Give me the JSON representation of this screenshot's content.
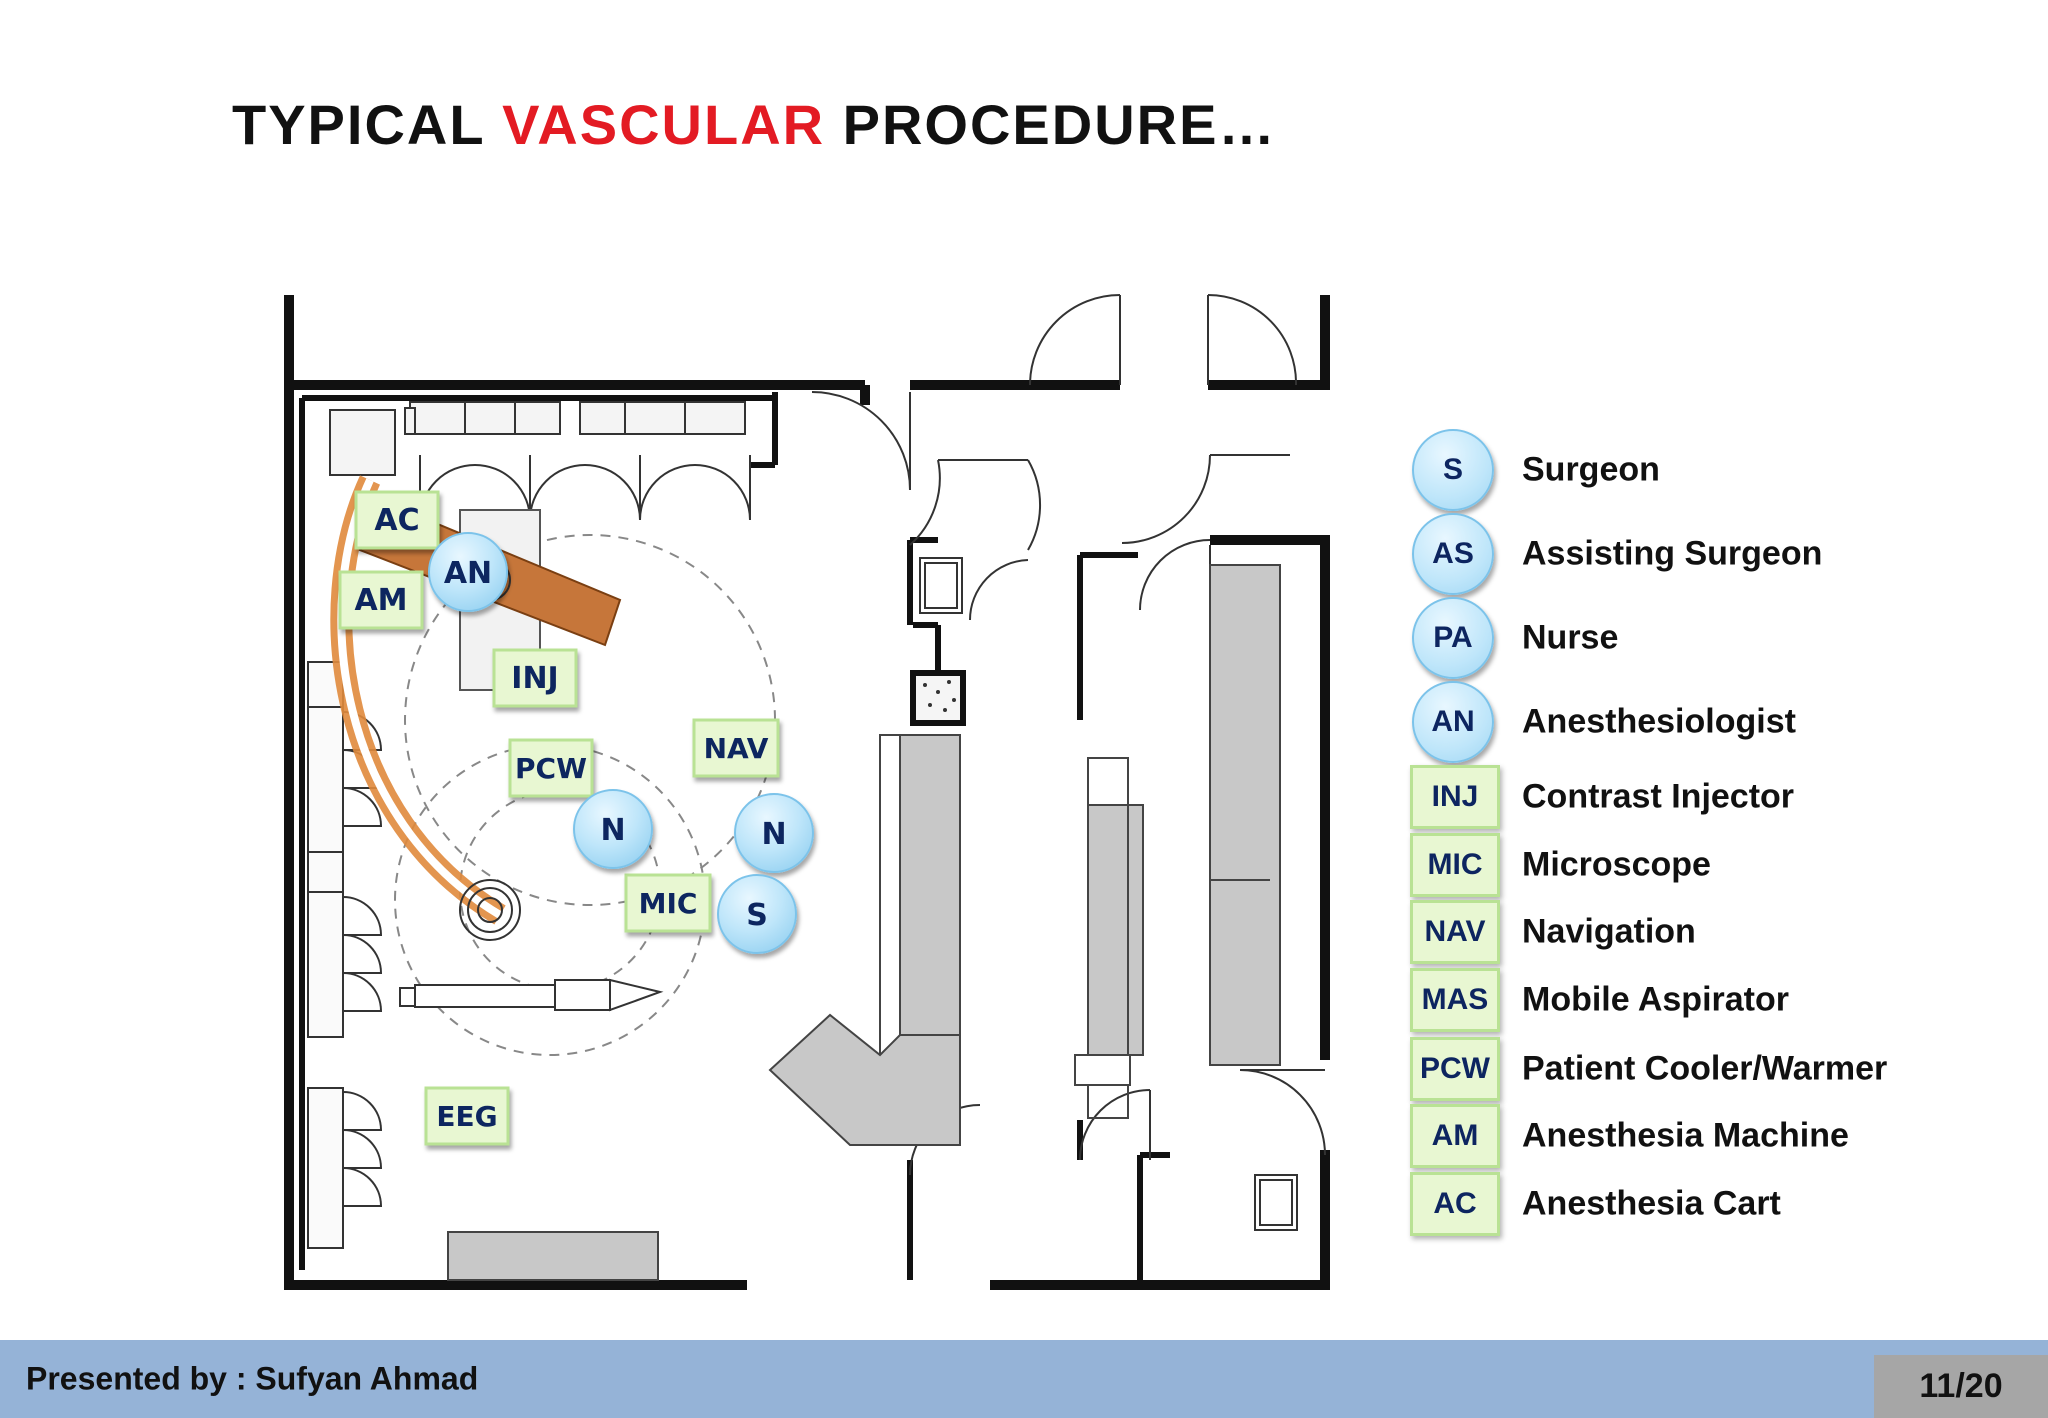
{
  "slide": {
    "title_part1": "TYPICAL ",
    "title_accent": "VASCULAR",
    "title_part2": " PROCEDURE…"
  },
  "plan_labels": {
    "ac": "AC",
    "am": "AM",
    "an": "AN",
    "inj": "INJ",
    "pcw": "PCW",
    "nav": "NAV",
    "n1": "N",
    "n2": "N",
    "mic": "MIC",
    "s": "S",
    "eeg": "EEG"
  },
  "legend": [
    {
      "shape": "circle",
      "code": "S",
      "label": "Surgeon"
    },
    {
      "shape": "circle",
      "code": "AS",
      "label": "Assisting Surgeon"
    },
    {
      "shape": "circle",
      "code": "PA",
      "label": "Nurse"
    },
    {
      "shape": "circle",
      "code": "AN",
      "label": "Anesthesiologist"
    },
    {
      "shape": "square",
      "code": "INJ",
      "label": "Contrast Injector"
    },
    {
      "shape": "square",
      "code": "MIC",
      "label": "Microscope"
    },
    {
      "shape": "square",
      "code": "NAV",
      "label": "Navigation"
    },
    {
      "shape": "square",
      "code": "MAS",
      "label": "Mobile Aspirator"
    },
    {
      "shape": "square",
      "code": "PCW",
      "label": "Patient Cooler/Warmer"
    },
    {
      "shape": "square",
      "code": "AM",
      "label": "Anesthesia Machine"
    },
    {
      "shape": "square",
      "code": "AC",
      "label": "Anesthesia Cart"
    }
  ],
  "footer": {
    "presenter": "Presented by : Sufyan Ahmad",
    "page": "11/20"
  }
}
